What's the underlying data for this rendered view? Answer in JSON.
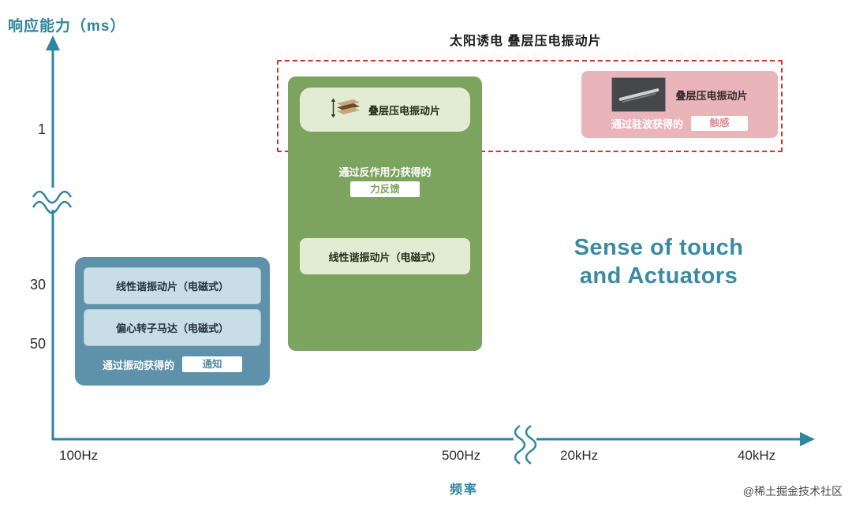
{
  "header": {
    "title": "太阳诱电 叠层压电振动片"
  },
  "axes": {
    "y_axis_label": "响应能力（ms）",
    "x_axis_label": "频率",
    "y_ticks": [
      "1",
      "30",
      "50"
    ],
    "x_ticks": [
      "100Hz",
      "500Hz",
      "20kHz",
      "40kHz"
    ]
  },
  "groups": {
    "piezo": {
      "item1_label": "叠层压电振动片",
      "caption": "通过反作用力获得的",
      "badge": "力反馈",
      "item2_label": "线性谐振动片（电磁式）"
    },
    "standing_wave": {
      "item_label": "叠层压电振动片",
      "caption": "通过驻波获得的",
      "badge": "触感"
    },
    "vibration": {
      "item1_label": "线性谐振动片（电磁式）",
      "item2_label": "偏心转子马达（电磁式）",
      "caption": "通过振动获得的",
      "badge": "通知"
    }
  },
  "annotation": {
    "line1": "Sense of touch",
    "line2": "and Actuators"
  },
  "watermark": "@稀土掘金技术社区",
  "colors": {
    "axis_teal": "#2e86a0",
    "green_group": "#7da45f",
    "green_item_bg": "#e2ecd3",
    "blue_group": "#5e91aa",
    "blue_item_bg": "#c9dde6",
    "pink_group": "#e9b4ba",
    "red_dashed_frame": "#d43024",
    "annotation_teal": "#3a8ba1"
  }
}
